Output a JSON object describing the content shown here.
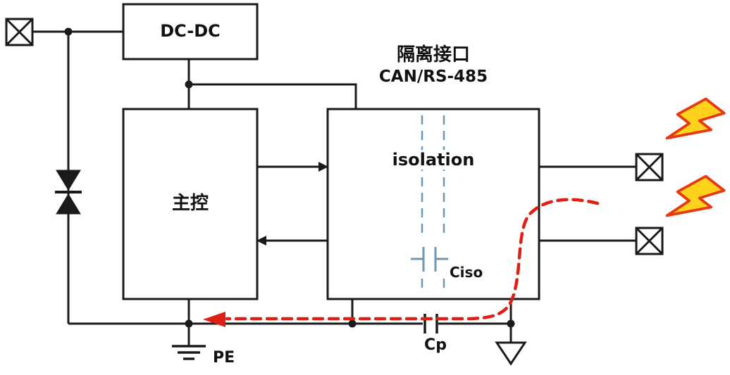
{
  "diagram": {
    "blocks": {
      "dcdc": {
        "label": "DC-DC"
      },
      "main": {
        "label": "主控"
      },
      "isolation": {
        "title_line1": "隔离接口",
        "title_line2": "CAN/RS-485",
        "label": "isolation"
      }
    },
    "labels": {
      "ciso": "Ciso",
      "cp": "Cp",
      "pe": "PE"
    },
    "colors": {
      "line": "#1a1a1a",
      "isolation-dash": "#6f94b5",
      "surge-path": "#dd2016",
      "lightning-fill": "#ffd21e",
      "lightning-stroke": "#e8380d"
    }
  }
}
